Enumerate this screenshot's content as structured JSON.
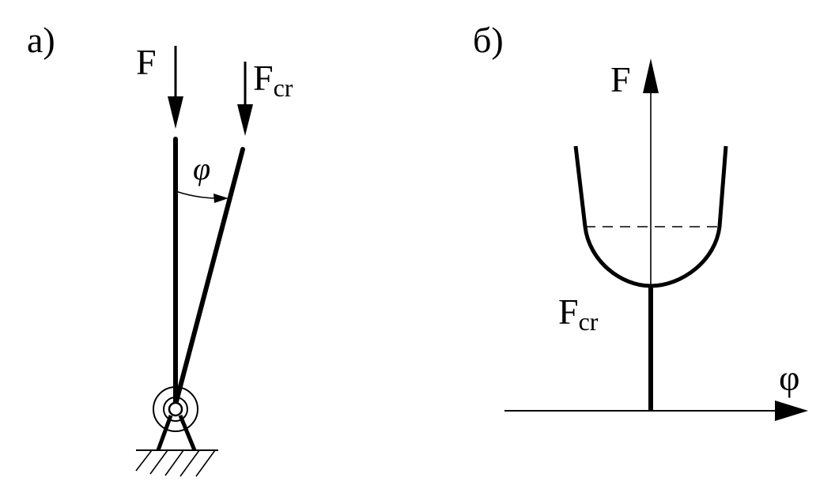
{
  "panel_a": {
    "label": "a)",
    "force_label": "F",
    "critical_force_main": "F",
    "critical_force_sub": "cr",
    "angle_label": "φ"
  },
  "panel_b": {
    "label": "б)",
    "y_axis_label": "F",
    "x_axis_label": "φ",
    "critical_force_main": "F",
    "critical_force_sub": "cr"
  },
  "colors": {
    "ink": "#000000",
    "background": "#ffffff"
  }
}
